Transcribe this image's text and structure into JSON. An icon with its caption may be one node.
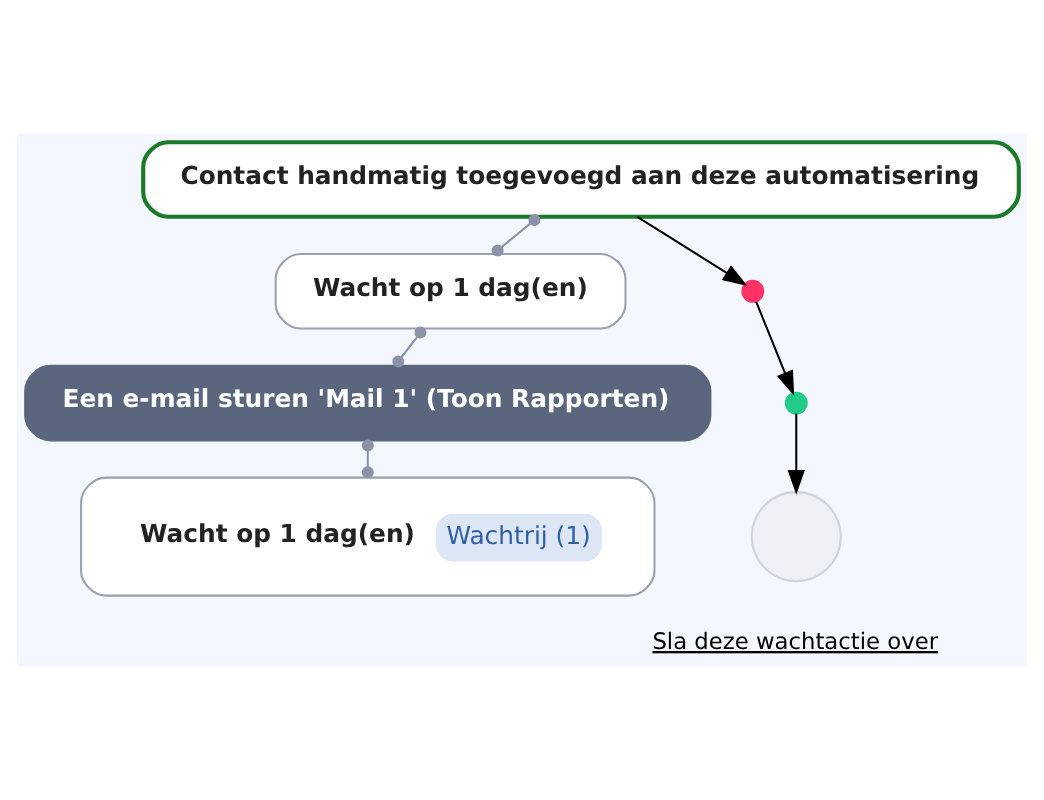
{
  "diagram": {
    "nodes": [
      {
        "text": [
          "Contact handmatig toegevoegd aan deze automatisering"
        ]
      },
      {
        "text": [
          "Wacht op 1 dag(en)"
        ]
      },
      {
        "text": [
          "Een e-mail sturen 'Mail 1' (Toon Rapporten)"
        ]
      },
      {
        "text": [
          "Wacht op 1 dag(en)",
          "Wachtrij (1)"
        ]
      },
      {
        "text": [],
        "shape": "cross"
      },
      {
        "text": [],
        "shape": "check"
      },
      {
        "text": [],
        "shape": "circle",
        "beside": [
          "Sla deze wachtactie over"
        ]
      }
    ],
    "edges": [
      {
        "from": 0,
        "to": 1,
        "arrow": "other",
        "color": "#8c93a8"
      },
      {
        "from": 1,
        "to": 2,
        "arrow": "other",
        "color": "#8c93a8"
      },
      {
        "from": 2,
        "to": 3,
        "arrow": "other",
        "color": "#8c93a8"
      },
      {
        "from": 0,
        "to": 4,
        "arrow": "to",
        "color": "#000000"
      },
      {
        "from": 4,
        "to": 5,
        "arrow": "to",
        "color": "#000000"
      },
      {
        "from": 5,
        "to": 6,
        "arrow": "to",
        "color": "#000000"
      }
    ]
  }
}
